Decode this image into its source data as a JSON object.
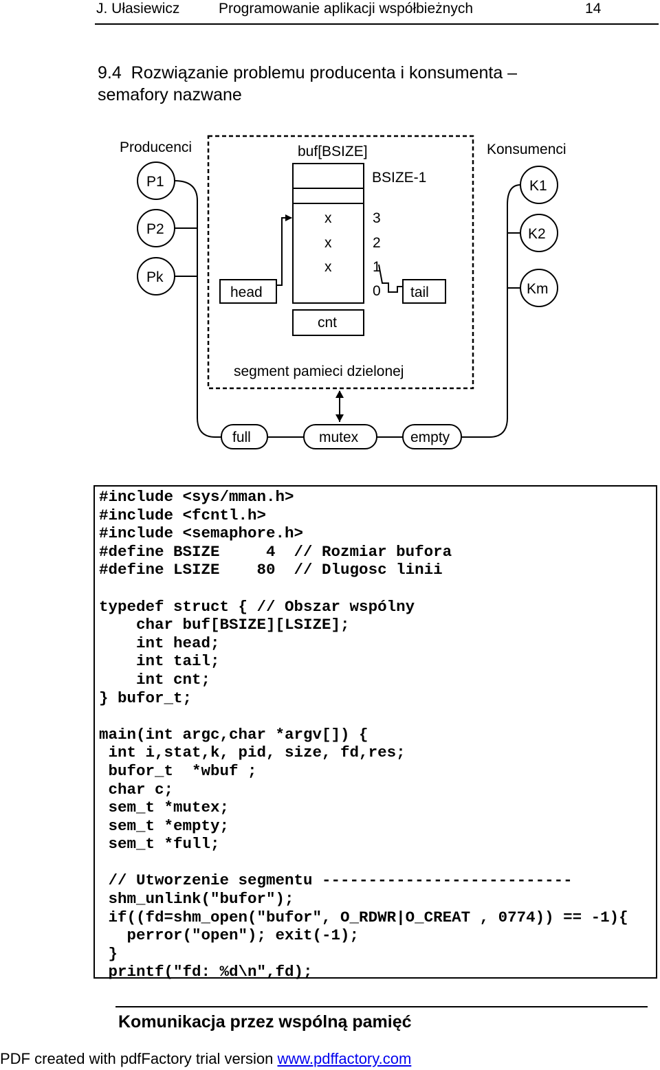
{
  "header": {
    "author": "J. Ułasiewicz",
    "course": "Programowanie aplikacji współbieżnych",
    "page_number": "14"
  },
  "section": {
    "title_line1": "9.4  Rozwiązanie problemu producenta i konsumenta –",
    "title_line2": "semafory nazwane"
  },
  "diagram": {
    "producers_label": "Producenci",
    "consumers_label": "Konsumenci",
    "buffer_label": "buf[BSIZE]",
    "bsize_minus_1": "BSIZE-1",
    "producers": [
      "P1",
      "P2",
      "Pk"
    ],
    "consumers": [
      "K1",
      "K2",
      "Km"
    ],
    "slots": [
      "x",
      "x",
      "x"
    ],
    "indices": [
      "3",
      "2",
      "1",
      "0"
    ],
    "head_label": "head",
    "tail_label": "tail",
    "cnt_label": "cnt",
    "segment_label": "segment pamieci dzielonej",
    "semaphores": [
      "full",
      "mutex",
      "empty"
    ]
  },
  "code": {
    "text": "#include <sys/mman.h>\n#include <fcntl.h>\n#include <semaphore.h>\n#define BSIZE     4  // Rozmiar bufora\n#define LSIZE    80  // Dlugosc linii\n\ntypedef struct { // Obszar wspólny\n    char buf[BSIZE][LSIZE];\n    int head;\n    int tail;\n    int cnt;\n} bufor_t;\n\nmain(int argc,char *argv[]) {\n int i,stat,k, pid, size, fd,res;\n bufor_t  *wbuf ;\n char c;\n sem_t *mutex;\n sem_t *empty;\n sem_t *full;\n\n // Utworzenie segmentu ---------------------------\n shm_unlink(\"bufor\");\n if((fd=shm_open(\"bufor\", O_RDWR|O_CREAT , 0774)) == -1){\n   perror(\"open\"); exit(-1);\n }\n printf(\"fd: %d\\n\",fd);"
  },
  "footer": {
    "topic": "Komunikacja przez wspólną pamięć",
    "pdf_note": "PDF created with pdfFactory trial version ",
    "pdf_link": "www.pdffactory.com"
  }
}
